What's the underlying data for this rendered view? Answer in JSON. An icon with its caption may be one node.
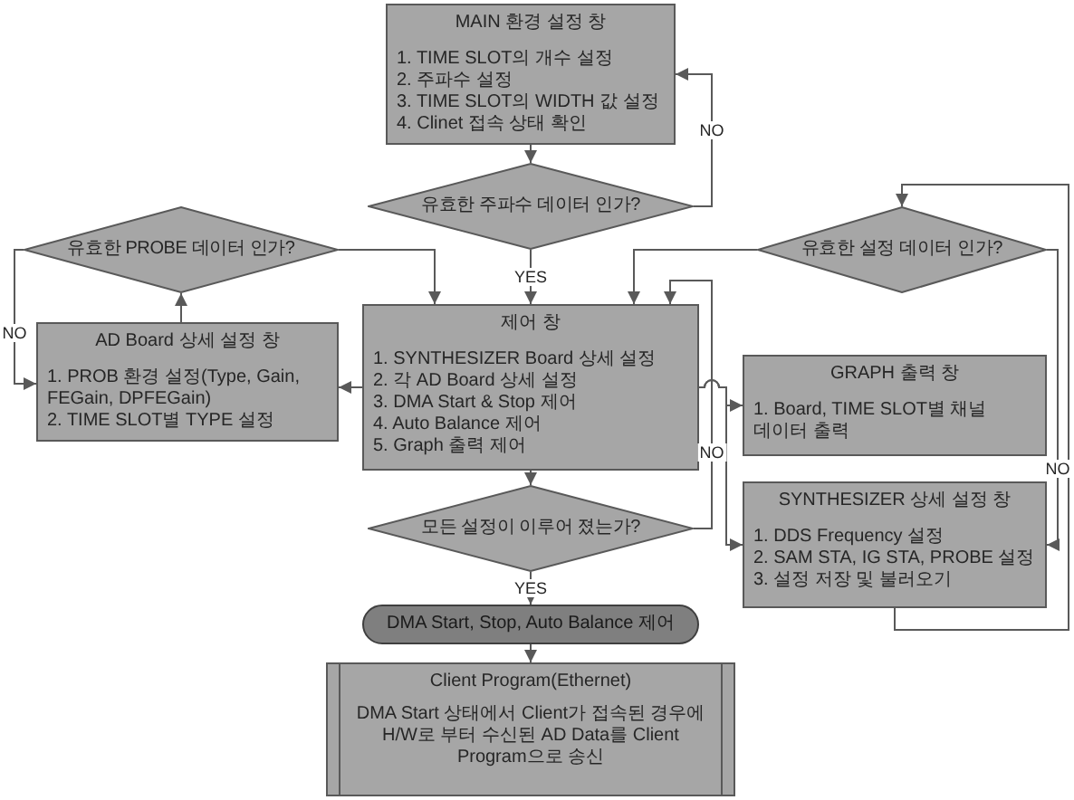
{
  "diagram": {
    "nodes": [
      {
        "text": [
          "MAIN 환경 설정 창",
          "1. TIME SLOT의 개수 설정",
          "2. 주파수 설정",
          "3. TIME SLOT의 WIDTH 값 설정",
          "4. Clinet 접속 상태 확인"
        ]
      },
      {
        "text": [
          "유효한 주파수 데이터 인가?"
        ]
      },
      {
        "text": [
          "유효한 PROBE 데이터 인가?"
        ]
      },
      {
        "text": [
          "유효한 설정 데이터 인가?"
        ]
      },
      {
        "text": [
          "AD Board 상세 설정 창",
          "1. PROB 환경 설정(Type, Gain, FEGain, DPFEGain)",
          "2. TIME SLOT별 TYPE 설정"
        ]
      },
      {
        "text": [
          "제어 창",
          "1. SYNTHESIZER Board 상세 설정",
          "2. 각 AD Board 상세 설정",
          "3. DMA Start & Stop 제어",
          "4. Auto Balance 제어",
          "5. Graph 출력 제어"
        ]
      },
      {
        "text": [
          "GRAPH 출력 창",
          "1. Board, TIME SLOT별 채널 데이터 출력"
        ]
      },
      {
        "text": [
          "SYNTHESIZER 상세 설정 창",
          "1. DDS Frequency 설정",
          "2. SAM STA, IG STA, PROBE 설정",
          "3. 설정 저장 및 불러오기"
        ]
      },
      {
        "text": [
          "모든 설정이 이루어 졌는가?"
        ]
      },
      {
        "text": [
          "DMA Start, Stop, Auto Balance 제어"
        ]
      },
      {
        "text": [
          "Client Program(Ethernet)",
          "DMA Start 상태에서 Client가 접속된 경우에 H/W로 부터 수신된 AD Data를 Client Program으로 송신"
        ]
      }
    ],
    "edges": [
      {
        "from": 0,
        "to": 1,
        "arrow": "to"
      },
      {
        "from": 1,
        "to": 0,
        "arrow": "to",
        "label": "NO"
      },
      {
        "from": 1,
        "to": 5,
        "arrow": "to",
        "label": "YES"
      },
      {
        "from": 5,
        "to": 4,
        "arrow": "to"
      },
      {
        "from": 4,
        "to": 2,
        "arrow": "to"
      },
      {
        "from": 2,
        "to": 4,
        "arrow": "to",
        "label": "NO"
      },
      {
        "from": 2,
        "to": 5,
        "arrow": "to"
      },
      {
        "from": 3,
        "to": 5,
        "arrow": "to"
      },
      {
        "from": 5,
        "to": 8,
        "arrow": "to"
      },
      {
        "from": 8,
        "to": 5,
        "arrow": "to",
        "label": "NO"
      },
      {
        "from": 5,
        "to": 6,
        "arrow": "to"
      },
      {
        "from": 5,
        "to": 7,
        "arrow": "to"
      },
      {
        "from": 3,
        "to": 7,
        "arrow": "to",
        "label": "NO"
      },
      {
        "from": 7,
        "to": 3,
        "arrow": "to"
      },
      {
        "from": 8,
        "to": 9,
        "arrow": "to",
        "label": "YES"
      },
      {
        "from": 9,
        "to": 10,
        "arrow": "to"
      }
    ]
  }
}
